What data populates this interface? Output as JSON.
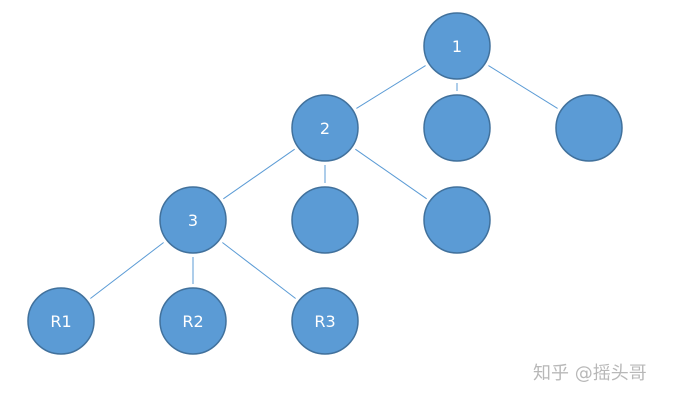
{
  "colors": {
    "node_fill": "#5b9bd5",
    "node_stroke": "#41719c",
    "edge": "#5b9bd5",
    "label": "#ffffff",
    "watermark": "#b8b8b8"
  },
  "tree": {
    "nodes": [
      {
        "id": "n1",
        "label": "1"
      },
      {
        "id": "n2",
        "label": "2"
      },
      {
        "id": "n1b",
        "label": ""
      },
      {
        "id": "n1c",
        "label": ""
      },
      {
        "id": "n3",
        "label": "3"
      },
      {
        "id": "n2b",
        "label": ""
      },
      {
        "id": "n2c",
        "label": ""
      },
      {
        "id": "r1",
        "label": "R1"
      },
      {
        "id": "r2",
        "label": "R2"
      },
      {
        "id": "r3",
        "label": "R3"
      }
    ],
    "edges": [
      {
        "from": "n1",
        "to": "n2"
      },
      {
        "from": "n1",
        "to": "n1b"
      },
      {
        "from": "n1",
        "to": "n1c"
      },
      {
        "from": "n2",
        "to": "n3"
      },
      {
        "from": "n2",
        "to": "n2b"
      },
      {
        "from": "n2",
        "to": "n2c"
      },
      {
        "from": "n3",
        "to": "r1"
      },
      {
        "from": "n3",
        "to": "r2"
      },
      {
        "from": "n3",
        "to": "r3"
      }
    ]
  },
  "watermark": "知乎 @摇头哥"
}
